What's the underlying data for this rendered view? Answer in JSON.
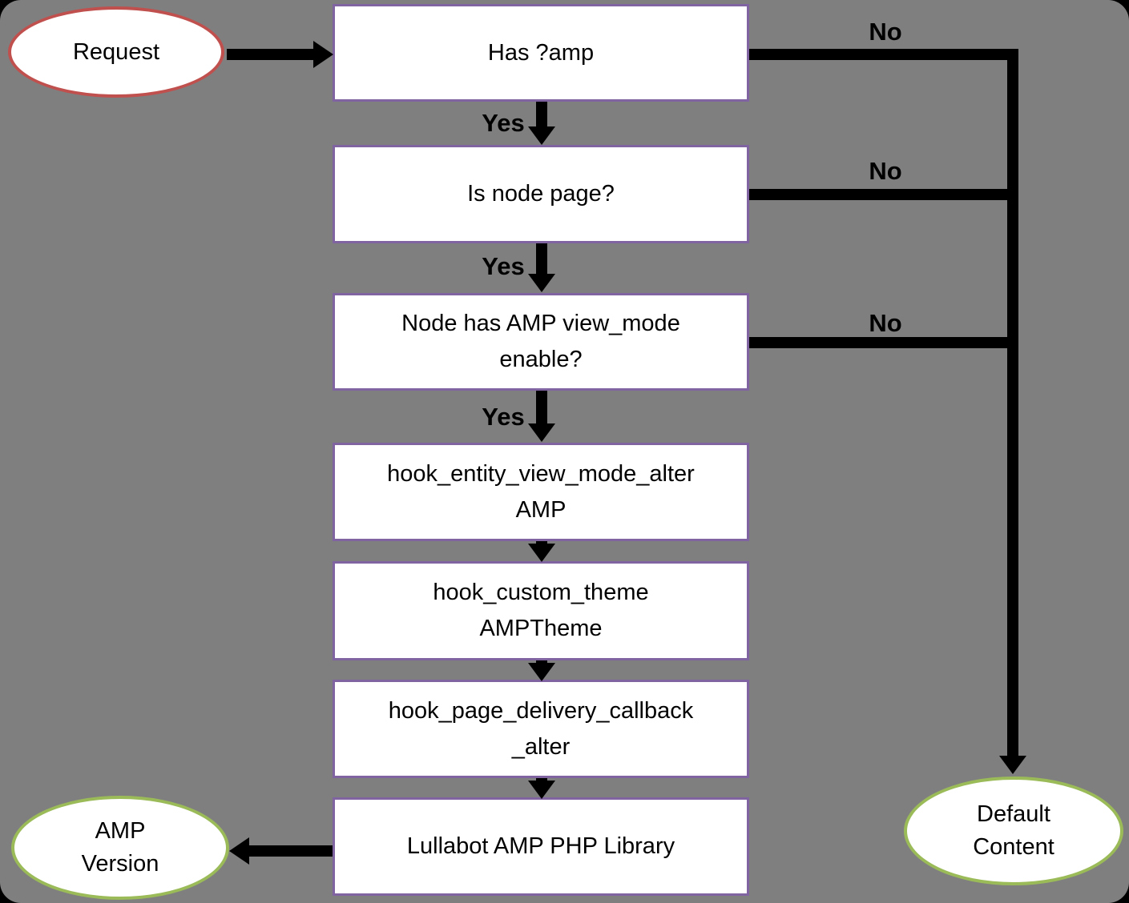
{
  "diagram": {
    "background_color": "#7F7F7F",
    "colors": {
      "box_fill": "#FFFFFF",
      "box_border": "#8064A2",
      "start_ellipse_border": "#C0504D",
      "end_ellipse_border": "#9BBB59",
      "arrow": "#000000",
      "text": "#000000"
    },
    "start": {
      "label": "Request"
    },
    "boxes": [
      {
        "label": "Has ?amp"
      },
      {
        "label": "Is node page?"
      },
      {
        "label": "Node has AMP view_mode\nenable?"
      },
      {
        "label": "hook_entity_view_mode_alter\nAMP"
      },
      {
        "label": "hook_custom_theme\nAMPTheme"
      },
      {
        "label": "hook_page_delivery_callback\n_alter"
      },
      {
        "label": "Lullabot AMP PHP Library"
      }
    ],
    "terminals": [
      {
        "label": "AMP\nVersion"
      },
      {
        "label": "Default\nContent"
      }
    ],
    "edge_labels": {
      "yes": "Yes",
      "no": "No"
    }
  }
}
